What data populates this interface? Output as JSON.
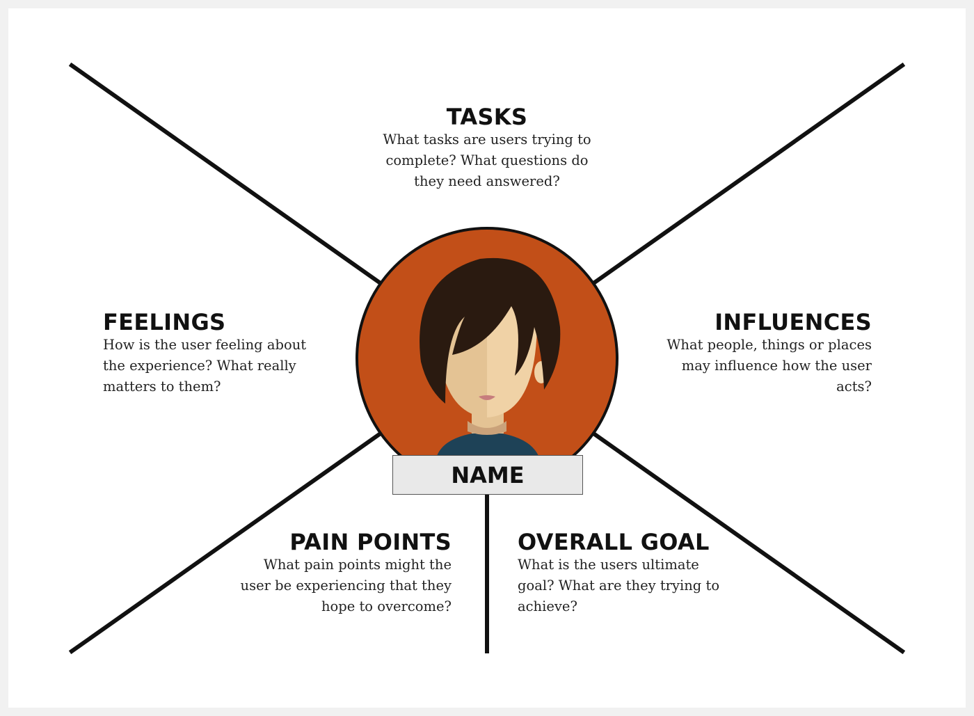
{
  "center": {
    "name_label": "NAME",
    "avatar": "user-avatar-woman"
  },
  "sections": {
    "tasks": {
      "title": "TASKS",
      "lines": [
        "What tasks are users trying to",
        "complete? What questions do",
        "they need answered?"
      ]
    },
    "feelings": {
      "title": "FEELINGS",
      "lines": [
        "How is the user feeling about",
        "the experience? What really",
        "matters to them?"
      ]
    },
    "influences": {
      "title": "INFLUENCES",
      "lines": [
        "What people, things or places",
        "may influence how the user",
        "acts?"
      ]
    },
    "pain_points": {
      "title": "PAIN POINTS",
      "lines": [
        "What pain points might the",
        "user be experiencing that they",
        "hope to overcome?"
      ]
    },
    "overall_goal": {
      "title": "OVERALL GOAL",
      "lines": [
        "What is the users ultimate",
        "goal? What are they trying to",
        "achieve?"
      ]
    }
  },
  "colors": {
    "circle": "#c24f18",
    "hair": "#2a1a10",
    "skin_light": "#f0d2a6",
    "skin_dark": "#e4c394",
    "shirt": "#1e4257",
    "name_box": "#e9e9e9"
  }
}
